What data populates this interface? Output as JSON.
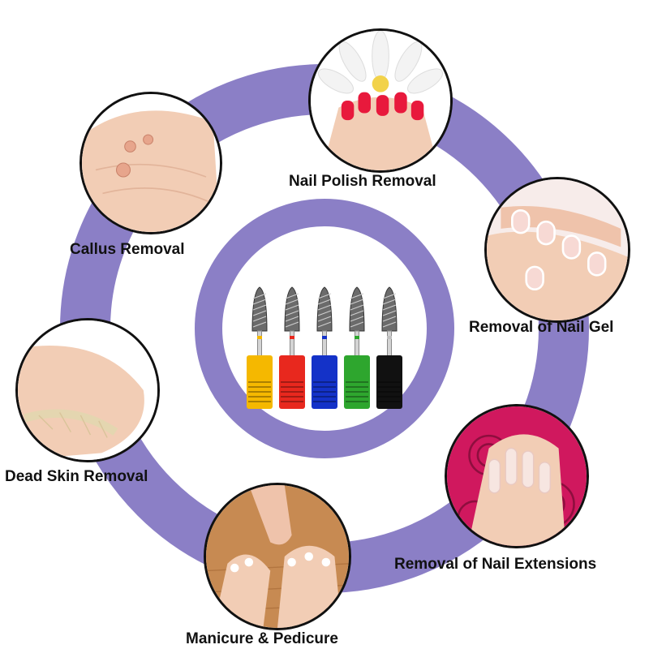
{
  "colors": {
    "ring": "#8b7fc6",
    "outline": "#111111",
    "label": "#111111",
    "skin": "#f2cdb5",
    "nail_red": "#e8193c",
    "nail_pink": "#f7d9d4",
    "rose": "#d0185e",
    "wood": "#c78a52"
  },
  "labels": {
    "nail_polish_removal": "Nail Polish Removal",
    "removal_of_nail_gel": "Removal of Nail Gel",
    "removal_of_nail_extensions": "Removal of Nail Extensions",
    "manicure_pedicure": "Manicure & Pedicure",
    "dead_skin_removal": "Dead Skin Removal",
    "callus_removal": "Callus Removal"
  },
  "center": {
    "bit_colors": [
      "#f5b800",
      "#e8281e",
      "#1432c8",
      "#2ea62e",
      "#111111"
    ],
    "band_colors": [
      "#f5b800",
      "#e8281e",
      "#1432c8",
      "#2ea62e",
      "#c0c0c0"
    ]
  }
}
